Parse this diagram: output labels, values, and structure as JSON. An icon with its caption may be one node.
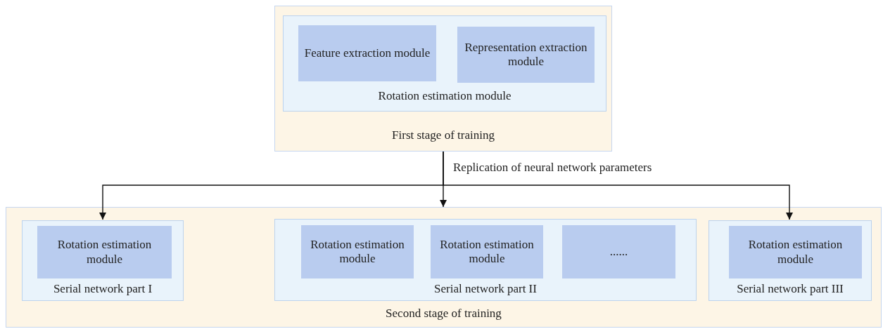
{
  "diagram": {
    "nodes": [
      {
        "text": [
          "First stage of training"
        ]
      },
      {
        "text": [
          "Rotation estimation module"
        ],
        "in": 0
      },
      {
        "text": [
          "Feature extraction module"
        ],
        "in": 1
      },
      {
        "text": [
          "Representation extraction module"
        ],
        "in": 1
      },
      {
        "text": [
          "Second stage of training"
        ]
      },
      {
        "text": [
          "Serial network part I"
        ],
        "in": 4
      },
      {
        "text": [
          "Rotation estimation module"
        ],
        "in": 5
      },
      {
        "text": [
          "Serial network part II"
        ],
        "in": 4
      },
      {
        "text": [
          "Rotation estimation module"
        ],
        "in": 7
      },
      {
        "text": [
          "Rotation estimation module"
        ],
        "in": 7
      },
      {
        "text": [
          "......"
        ],
        "in": 7
      },
      {
        "text": [
          "Serial network part III"
        ],
        "in": 4
      },
      {
        "text": [
          "Rotation estimation module"
        ],
        "in": 11
      }
    ],
    "edges": [
      {
        "from": 0,
        "to": 4,
        "arrow": "to",
        "label": "Replication of neural network parameters"
      },
      {
        "from": 0,
        "to": 5,
        "arrow": "to"
      },
      {
        "from": 0,
        "to": 11,
        "arrow": "to"
      }
    ]
  }
}
